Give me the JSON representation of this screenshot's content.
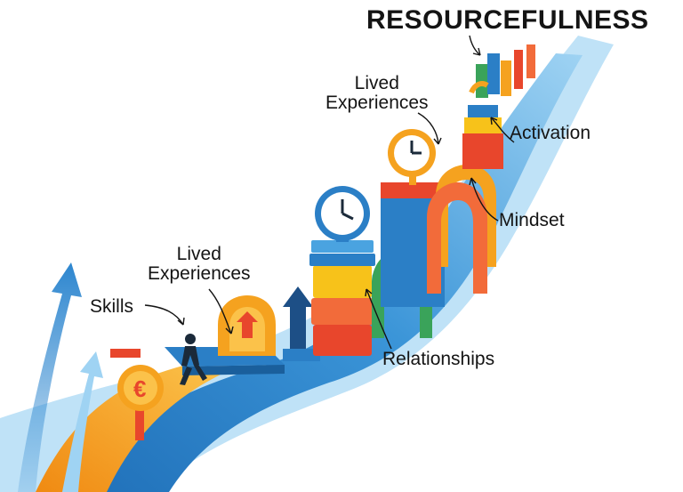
{
  "diagram": {
    "title": "RESOURCEFULNESS",
    "labels": {
      "skills": "Skills",
      "lived_experiences_lower": [
        "Lived",
        "Experiences"
      ],
      "relationships": "Relationships",
      "lived_experiences_upper": [
        "Lived",
        "Experiences"
      ],
      "mindset": "Mindset",
      "activation": "Activation"
    },
    "icons": [
      "walking-person-icon",
      "upward-arrow-icon",
      "clock-icon",
      "euro-coin-icon",
      "stacked-blocks-icon",
      "arch-icon",
      "tools-icon"
    ],
    "colors": {
      "path_blue": "#2b7fc6",
      "path_light_blue": "#8cc8ee",
      "path_orange": "#f5a21f",
      "accent_red": "#e8462c",
      "accent_yellow": "#f7c21a",
      "accent_green": "#3aa35a",
      "text": "#141414"
    }
  }
}
